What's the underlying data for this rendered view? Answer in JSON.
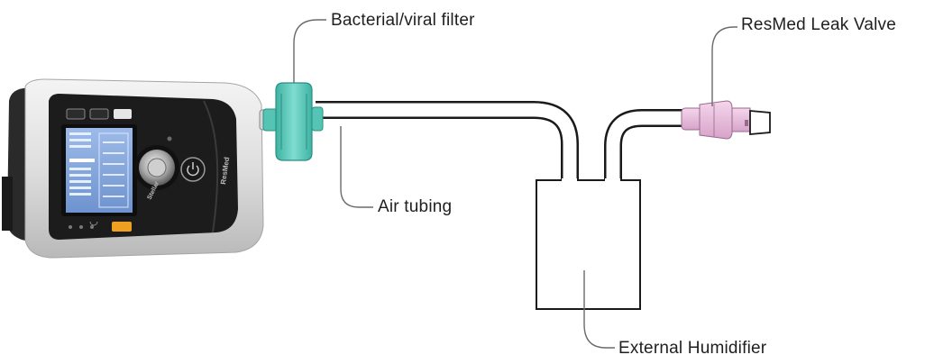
{
  "diagram": {
    "labels": {
      "filter": "Bacterial/viral filter",
      "valve": "ResMed Leak Valve",
      "tubing": "Air tubing",
      "humidifier": "External Humidifier"
    },
    "device": {
      "brand_mark": "ResMed",
      "model_mark": "Stellar"
    },
    "colors": {
      "filter": "#4fc8b8",
      "valve": "#e8b8dc",
      "tubing_outline": "#1a1a1a",
      "device_body": "#e4e4e4",
      "device_panel": "#1c1c1c",
      "device_screen": "#7fa6e0"
    }
  }
}
